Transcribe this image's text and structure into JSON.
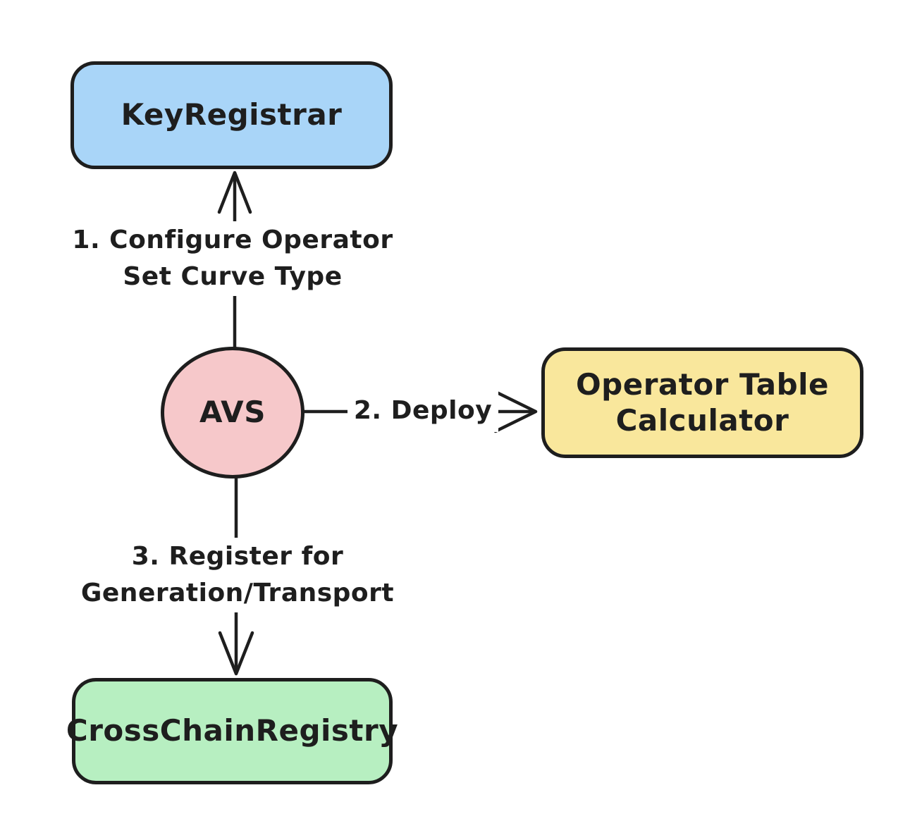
{
  "diagram": {
    "background_color": "#ffffff",
    "stroke_color": "#1e1e1e",
    "nodes": {
      "key_registrar": {
        "label": "KeyRegistrar",
        "shape": "rounded-rectangle",
        "fill": "#a9d5f8"
      },
      "avs": {
        "label": "AVS",
        "shape": "ellipse",
        "fill": "#f6c8ca"
      },
      "operator_table_calculator": {
        "label_lines": [
          "Operator Table",
          "Calculator"
        ],
        "shape": "rounded-rectangle",
        "fill": "#f9e79c"
      },
      "cross_chain_registry": {
        "label": "CrossChainRegistry",
        "shape": "rounded-rectangle",
        "fill": "#b7efc1"
      }
    },
    "edges": {
      "configure": {
        "from": "avs",
        "to": "key_registrar",
        "arrow_direction": "up",
        "label_lines": [
          "1. Configure Operator",
          "Set Curve Type"
        ]
      },
      "deploy": {
        "from": "avs",
        "to": "operator_table_calculator",
        "arrow_direction": "right",
        "label_lines": [
          "2. Deploy"
        ]
      },
      "register": {
        "from": "avs",
        "to": "cross_chain_registry",
        "arrow_direction": "down",
        "label_lines": [
          "3. Register for",
          "Generation/Transport"
        ]
      }
    }
  }
}
